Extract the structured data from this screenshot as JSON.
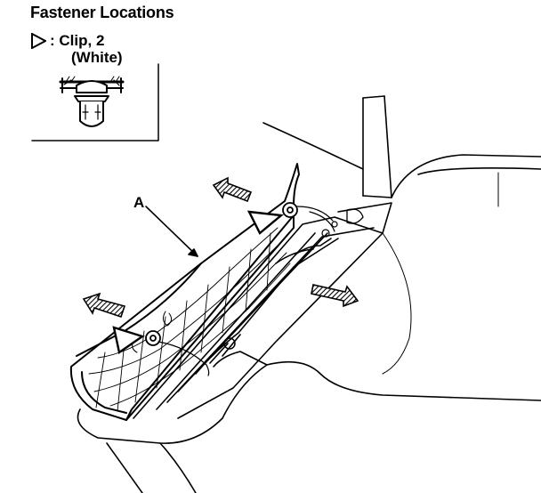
{
  "header": {
    "title": "Fastener Locations"
  },
  "legend": {
    "symbol_icon": "triangle-outline-icon",
    "text": ": Clip, 2",
    "subtext": "(White)"
  },
  "callouts": {
    "part_a": "A"
  },
  "colors": {
    "ink": "#000000",
    "paper": "#ffffff"
  }
}
